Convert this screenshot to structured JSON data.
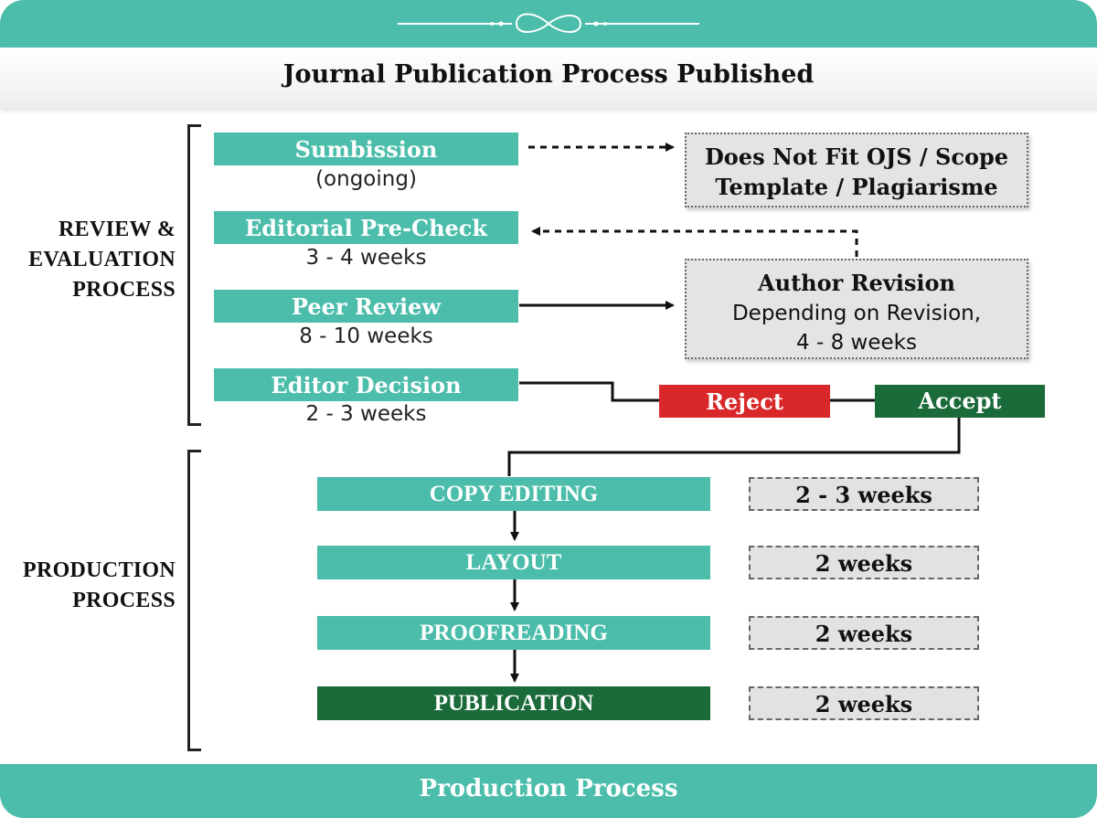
{
  "title": "Journal Publication Process Published",
  "footer": "Production Process",
  "sections": {
    "review": [
      "REVIEW &",
      "EVALUATION",
      "PROCESS"
    ],
    "production": [
      "PRODUCTION",
      "PROCESS"
    ]
  },
  "review_steps": [
    {
      "label": "Sumbission",
      "duration": "(ongoing)"
    },
    {
      "label": "Editorial Pre-Check",
      "duration": "3 - 4 weeks"
    },
    {
      "label": "Peer Review",
      "duration": "8 - 10 weeks"
    },
    {
      "label": "Editor Decision",
      "duration": "2 - 3 weeks"
    }
  ],
  "not_fit": [
    "Does Not Fit OJS / Scope",
    "Template / Plagiarisme"
  ],
  "author_revision": {
    "title": "Author Revision",
    "lines": [
      "Depending on Revision,",
      "4 - 8 weeks"
    ]
  },
  "decision": {
    "reject": "Reject",
    "accept": "Accept"
  },
  "production_steps": [
    {
      "label": "COPY EDITING",
      "duration": "2 - 3 weeks"
    },
    {
      "label": "LAYOUT",
      "duration": "2 weeks"
    },
    {
      "label": "PROOFREADING",
      "duration": "2 weeks"
    },
    {
      "label": "PUBLICATION",
      "duration": "2 weeks"
    }
  ],
  "colors": {
    "teal": "#4bbdaa",
    "dark_green": "#1a6a3a",
    "red": "#d9282a",
    "gray_box": "#e4e4e4"
  }
}
